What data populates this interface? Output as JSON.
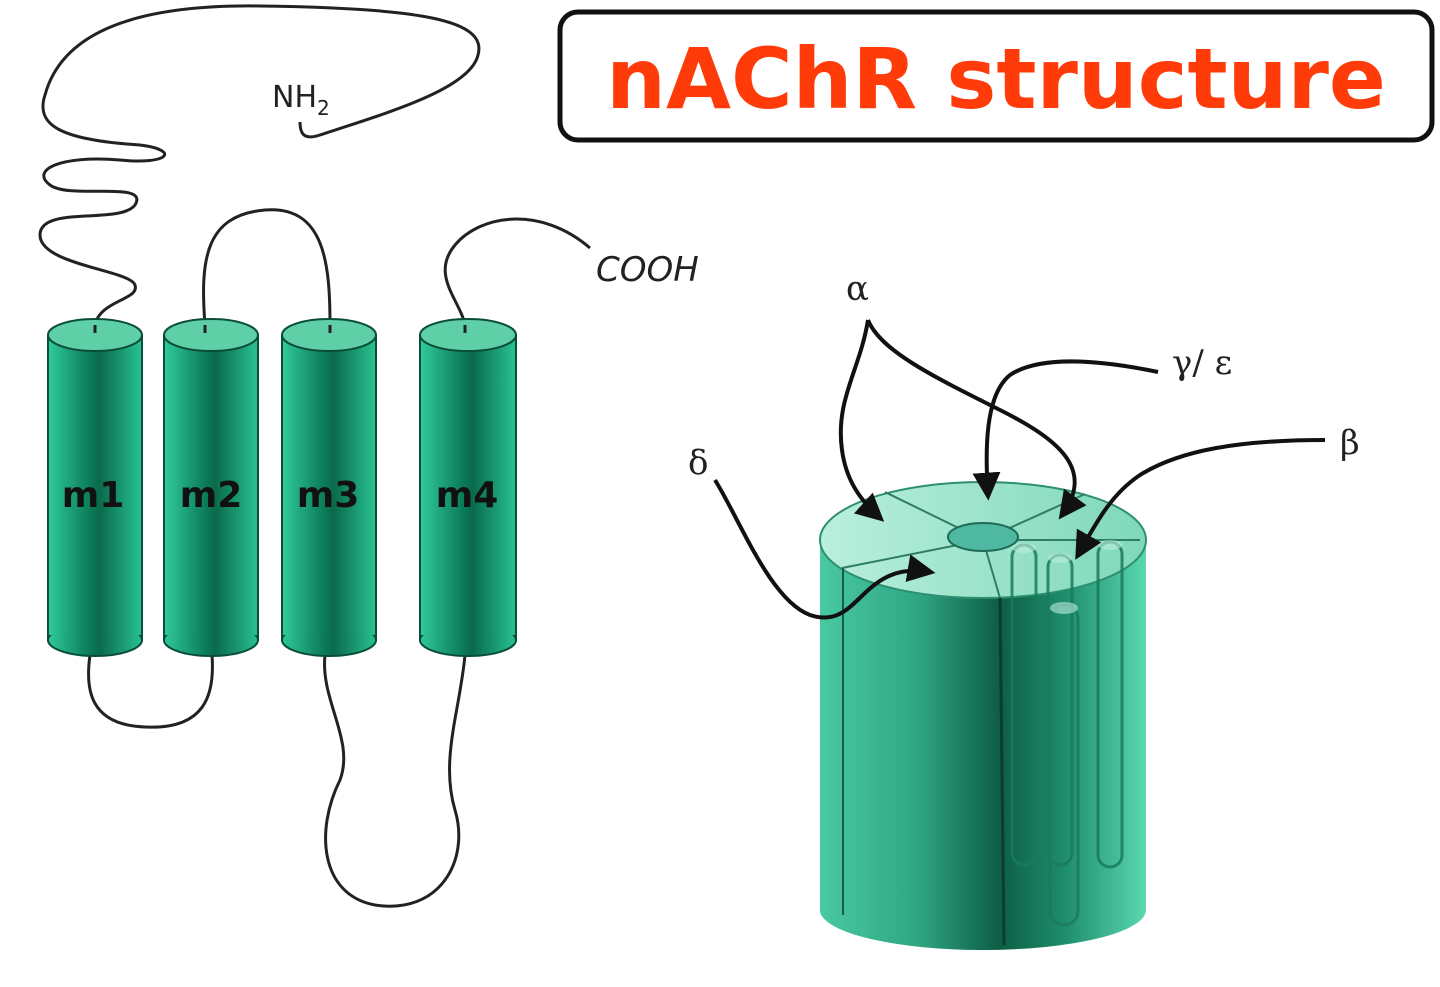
{
  "title": "nAChR structure",
  "topology": {
    "n_terminus": "NH",
    "n_terminus_sub": "2",
    "c_terminus": "COOH",
    "segments": [
      "m1",
      "m2",
      "m3",
      "m4"
    ]
  },
  "subunits": {
    "alpha": "α",
    "gamma_epsilon": "γ/ ε",
    "beta": "β",
    "delta": "δ"
  },
  "colors": {
    "title": "#ff3b0a",
    "helix": "#1db98a",
    "helix_dark": "#0b6a4c",
    "helix_top": "#6fd9b8"
  }
}
